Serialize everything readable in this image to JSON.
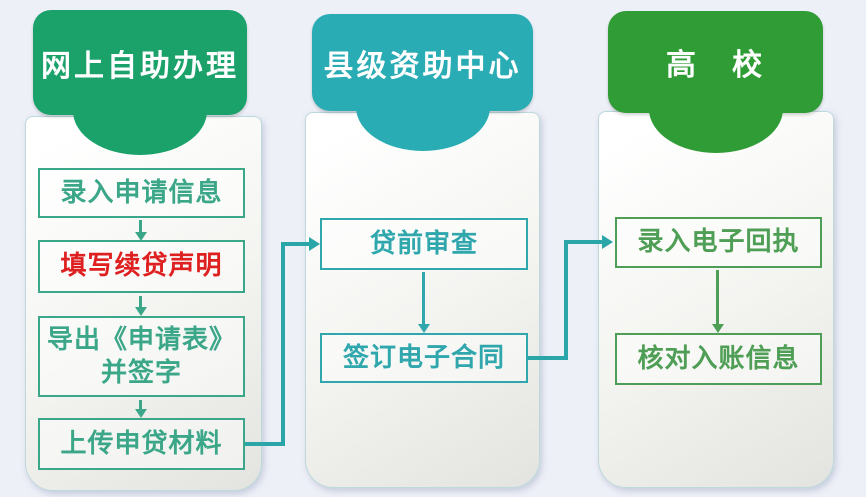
{
  "palette": {
    "background": "#EEF0F8",
    "header_online_green": "#1BA26B",
    "header_county_teal": "#29ACB3",
    "header_university_green": "#2F9C35",
    "step_green": "#3BA788",
    "step_teal": "#2FA7AC",
    "step_dark_green": "#4F9E55",
    "emphasis_red": "#DE2120",
    "connector_teal": "#2AA5A8"
  },
  "columns": [
    {
      "id": "online-self-service",
      "header": "网上自助办理",
      "steps": [
        {
          "label": "录入申请信息"
        },
        {
          "label": "填写续贷声明",
          "emphasis": "red"
        },
        {
          "label": "导出《申请表》\n并签字"
        },
        {
          "label": "上传申贷材料"
        }
      ]
    },
    {
      "id": "county-aid-center",
      "header": "县级资助中心",
      "steps": [
        {
          "label": "贷前审查"
        },
        {
          "label": "签订电子合同"
        }
      ]
    },
    {
      "id": "university",
      "header": "高　校",
      "steps": [
        {
          "label": "录入电子回执"
        },
        {
          "label": "核对入账信息"
        }
      ]
    }
  ],
  "connectors": [
    {
      "from": "上传申贷材料",
      "to": "贷前审查"
    },
    {
      "from": "签订电子合同",
      "to": "录入电子回执"
    }
  ]
}
